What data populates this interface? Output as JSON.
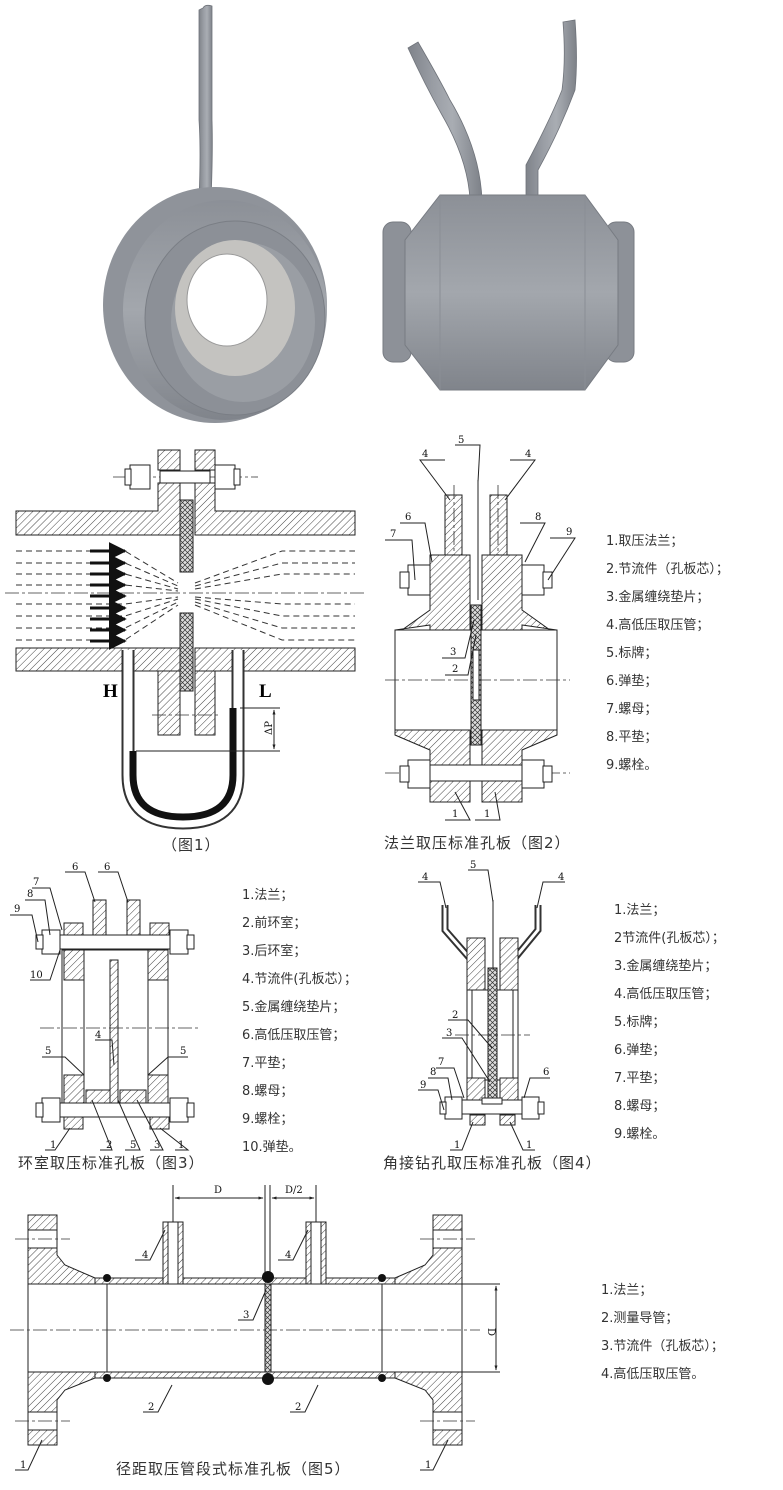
{
  "photos": {
    "left_alt": "孔板流量计产品图（单取压管）",
    "right_alt": "孔板流量计产品图（双取压管）",
    "body_color": "#8e9299"
  },
  "fig1": {
    "caption": "（图1）",
    "label_high": "H",
    "label_low": "L",
    "label_dp": "ΔP"
  },
  "fig2": {
    "caption": "法兰取压标准孔板（图2）",
    "callouts": [
      "1",
      "1",
      "2",
      "3",
      "4",
      "4",
      "5",
      "6",
      "7",
      "8",
      "9"
    ],
    "legend": [
      "1.取压法兰；",
      "2.节流件（孔板芯）；",
      "3.金属缠绕垫片；",
      "4.高低压取压管；",
      "5.标牌；",
      "6.弹垫；",
      "7.螺母；",
      "8.平垫；",
      "9.螺栓。"
    ]
  },
  "fig3": {
    "caption": "环室取压标准孔板（图3）",
    "callouts": [
      "1",
      "1",
      "2",
      "3",
      "4",
      "5",
      "5",
      "5",
      "6",
      "6",
      "7",
      "8",
      "9",
      "10"
    ],
    "legend": [
      "1.法兰；",
      "2.前环室；",
      "3.后环室；",
      "4.节流件(孔板芯）；",
      "5.金属缠绕垫片；",
      "6.高低压取压管；",
      "7.平垫；",
      "8.螺母；",
      "9.螺栓；",
      "10.弹垫。"
    ]
  },
  "fig4": {
    "caption": "角接钻孔取压标准孔板（图4）",
    "callouts": [
      "1",
      "1",
      "2",
      "3",
      "4",
      "4",
      "5",
      "6",
      "7",
      "8",
      "9"
    ],
    "legend": [
      "1.法兰；",
      "2节流件(孔板芯）；",
      "3.金属缠绕垫片；",
      "4.高低压取压管；",
      "5.标牌；",
      "6.弹垫；",
      "7.平垫；",
      "8.螺母；",
      "9.螺栓。"
    ]
  },
  "fig5": {
    "caption": "径距取压管段式标准孔板（图5）",
    "dim_upstream": "D",
    "dim_downstream": "D/2",
    "dim_diameter": "D",
    "callouts": [
      "1",
      "1",
      "2",
      "2",
      "3",
      "4",
      "4"
    ],
    "legend": [
      "1.法兰；",
      "2.测量导管；",
      "3.节流件（孔板芯）；",
      "4.高低压取压管。"
    ]
  }
}
